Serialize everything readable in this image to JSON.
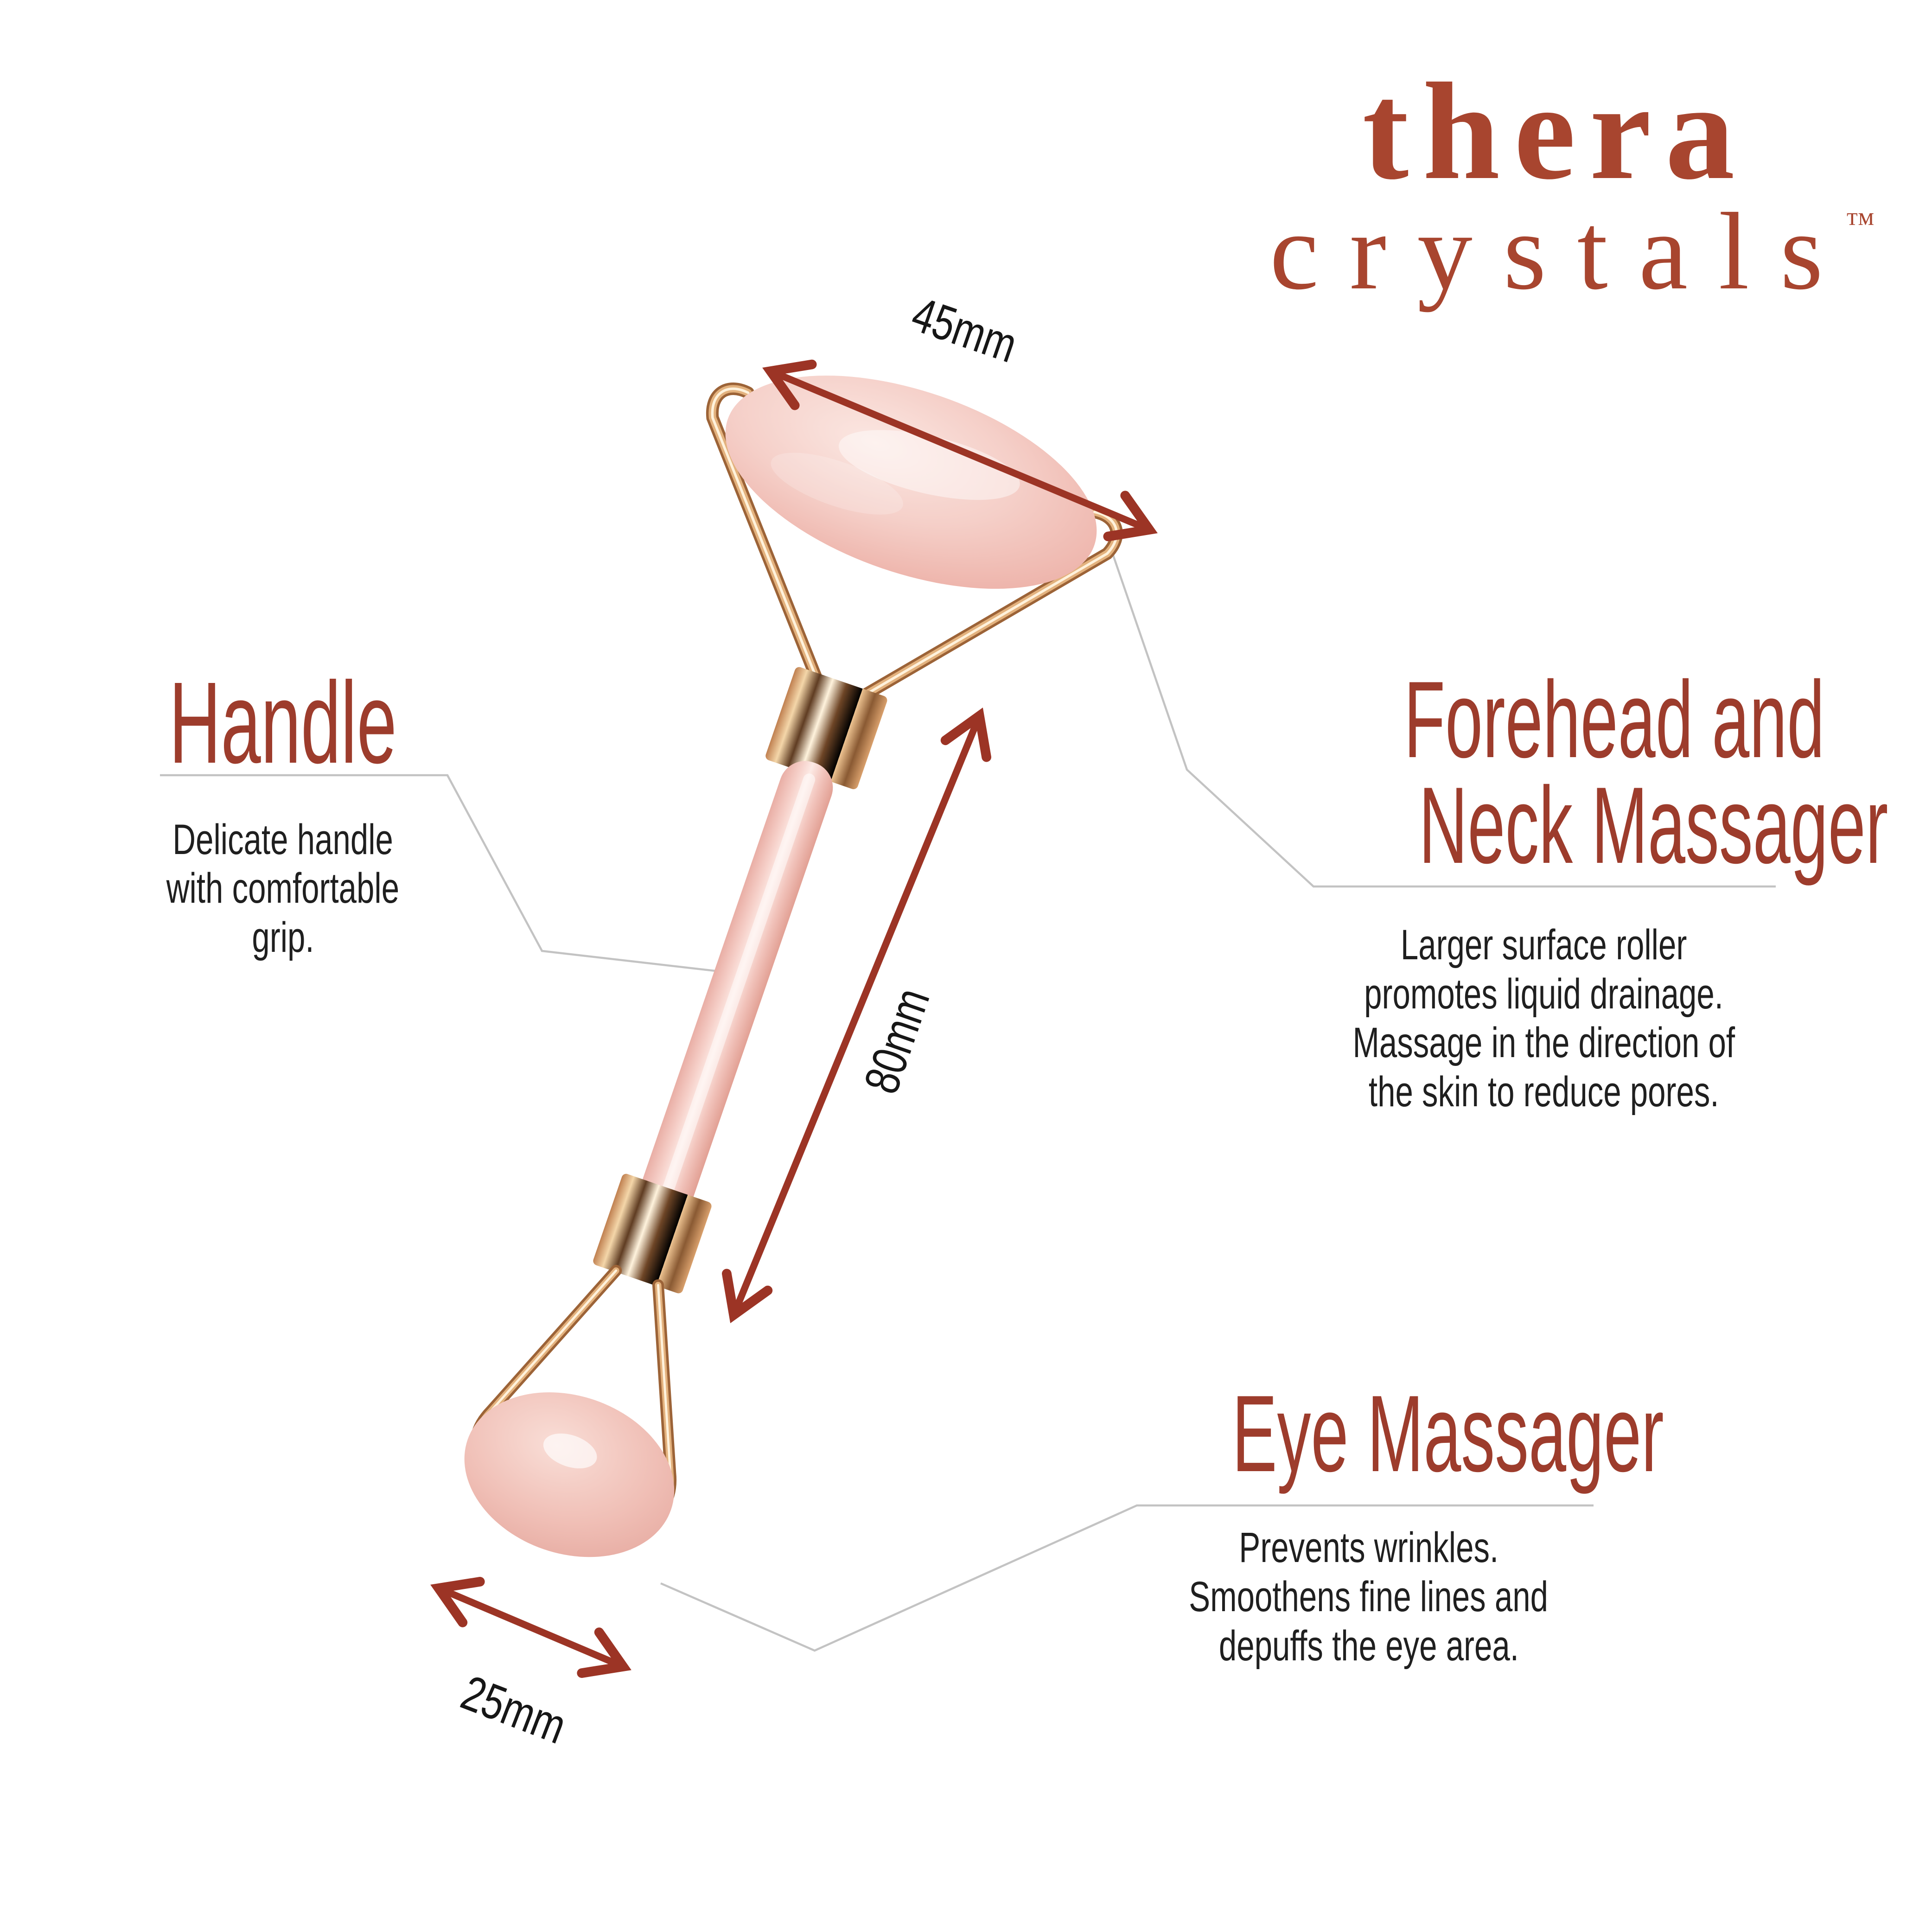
{
  "page": {
    "background": "#ffffff",
    "brand_red": "#a8452f",
    "heading_red": "#9d3c2c",
    "arrow_red": "#9c3425",
    "leader_gray": "#c3c3c3",
    "quartz_pink": "#f3c6bf",
    "rose_gold": "#c99668"
  },
  "logo": {
    "line1": "thera",
    "line2": "crystals",
    "trademark": "™"
  },
  "callouts": {
    "handle": {
      "title": "Handle",
      "body_lines": [
        "Delicate handle",
        "with comfortable",
        "grip."
      ]
    },
    "forehead": {
      "title_lines": [
        "Forehead and",
        "Neck Massager"
      ],
      "body_lines": [
        "Larger surface roller",
        "promotes liquid drainage.",
        "Massage in the direction of",
        "the skin to reduce pores."
      ]
    },
    "eye": {
      "title": "Eye Massager",
      "body_lines": [
        "Prevents wrinkles.",
        "Smoothens fine lines and",
        "depuffs the eye area."
      ]
    }
  },
  "dimensions": {
    "roller_width": "45mm",
    "handle_length": "80mm",
    "eye_roller_width": "25mm"
  },
  "product": {
    "name": "rose quartz facial roller",
    "parts": [
      "forehead-and-neck-roller",
      "handle",
      "eye-roller"
    ]
  }
}
